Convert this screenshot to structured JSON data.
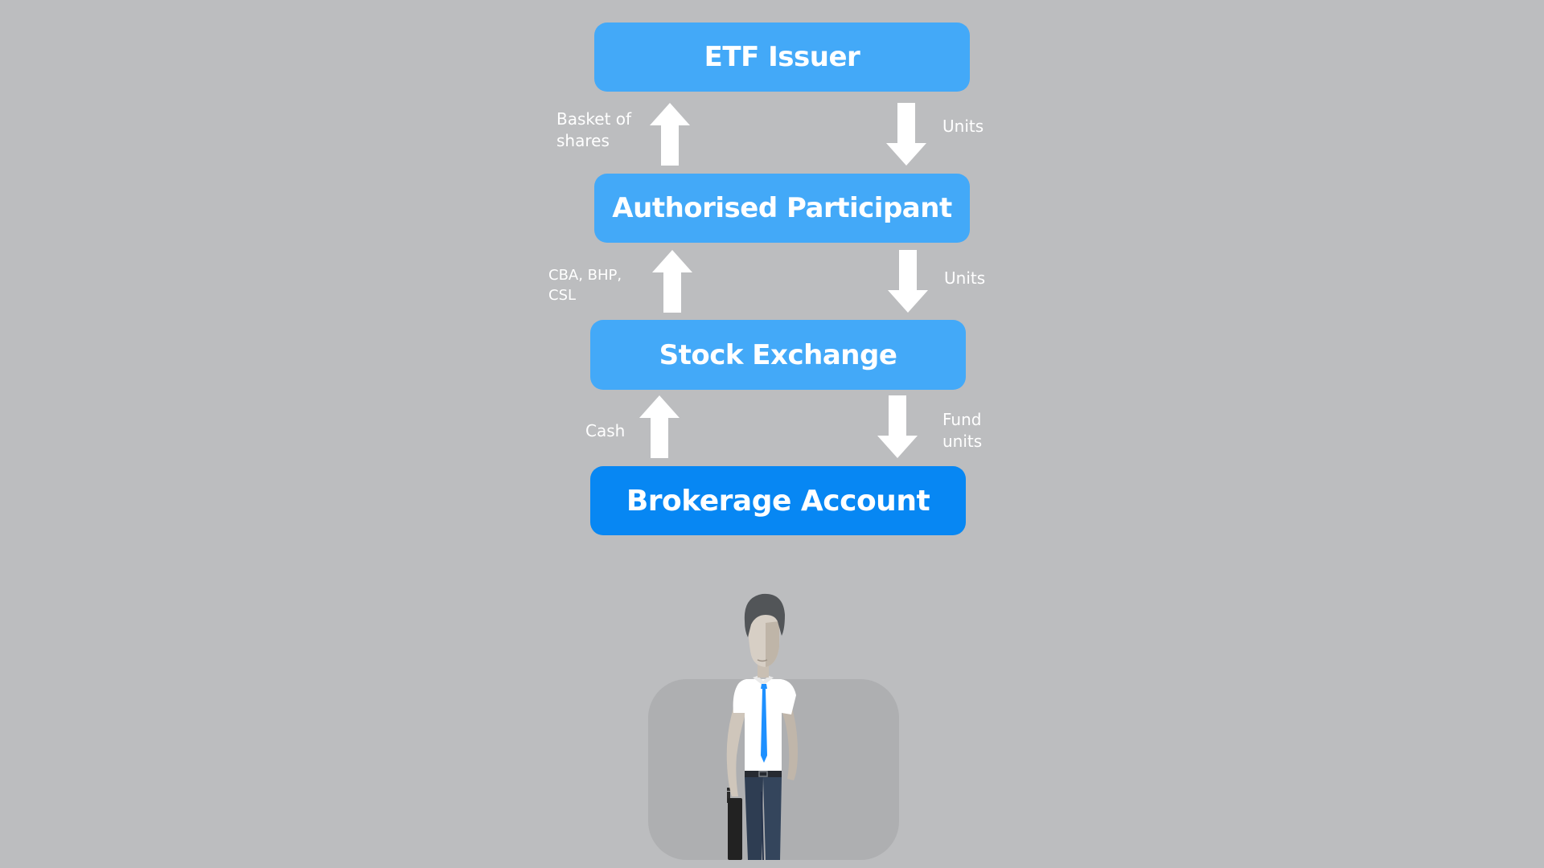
{
  "nodes": {
    "etf_issuer": "ETF Issuer",
    "authorised_participant": "Authorised Participant",
    "stock_exchange": "Stock Exchange",
    "brokerage_account": "Brokerage Account"
  },
  "flows": {
    "ap_to_issuer": "Basket of\nshares",
    "issuer_to_ap": "Units",
    "exchange_to_ap": "CBA, BHP,\n CSL",
    "ap_to_exchange": "Units",
    "brokerage_to_exchange": "Cash",
    "exchange_to_brokerage": "Fund\nunits"
  },
  "icons": {
    "up_arrow": "arrow-up-icon",
    "down_arrow": "arrow-down-icon",
    "person": "investor-person-icon"
  },
  "colors": {
    "background": "#bcbdbf",
    "node_light": "#43a9f8",
    "node_dark": "#0787f3",
    "arrow": "#ffffff",
    "tie": "#1e90ff"
  }
}
